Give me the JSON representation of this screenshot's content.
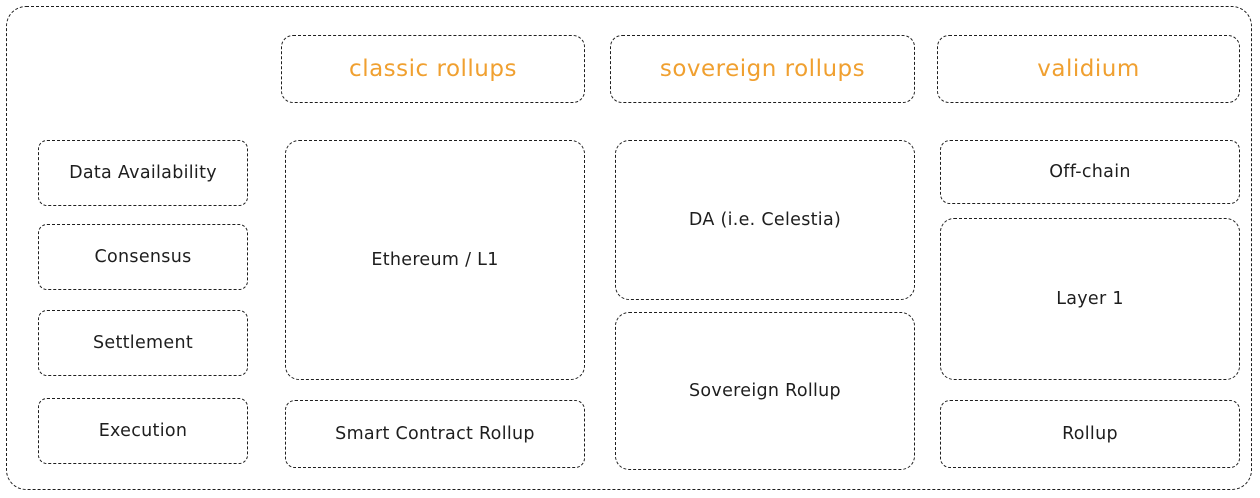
{
  "headers": {
    "classic": "classic rollups",
    "sovereign": "sovereign rollups",
    "validium": "validium"
  },
  "rows": {
    "data_availability": "Data Availability",
    "consensus": "Consensus",
    "settlement": "Settlement",
    "execution": "Execution"
  },
  "classic": {
    "l1": "Ethereum / L1",
    "rollup": "Smart Contract Rollup"
  },
  "sovereign": {
    "da": "DA (i.e. Celestia)",
    "rollup": "Sovereign Rollup"
  },
  "validium": {
    "offchain": "Off-chain",
    "layer1": "Layer 1",
    "rollup": "Rollup"
  },
  "colors": {
    "header_text": "#f0a030",
    "stroke": "#1e1e1e",
    "background": "#ffffff"
  }
}
